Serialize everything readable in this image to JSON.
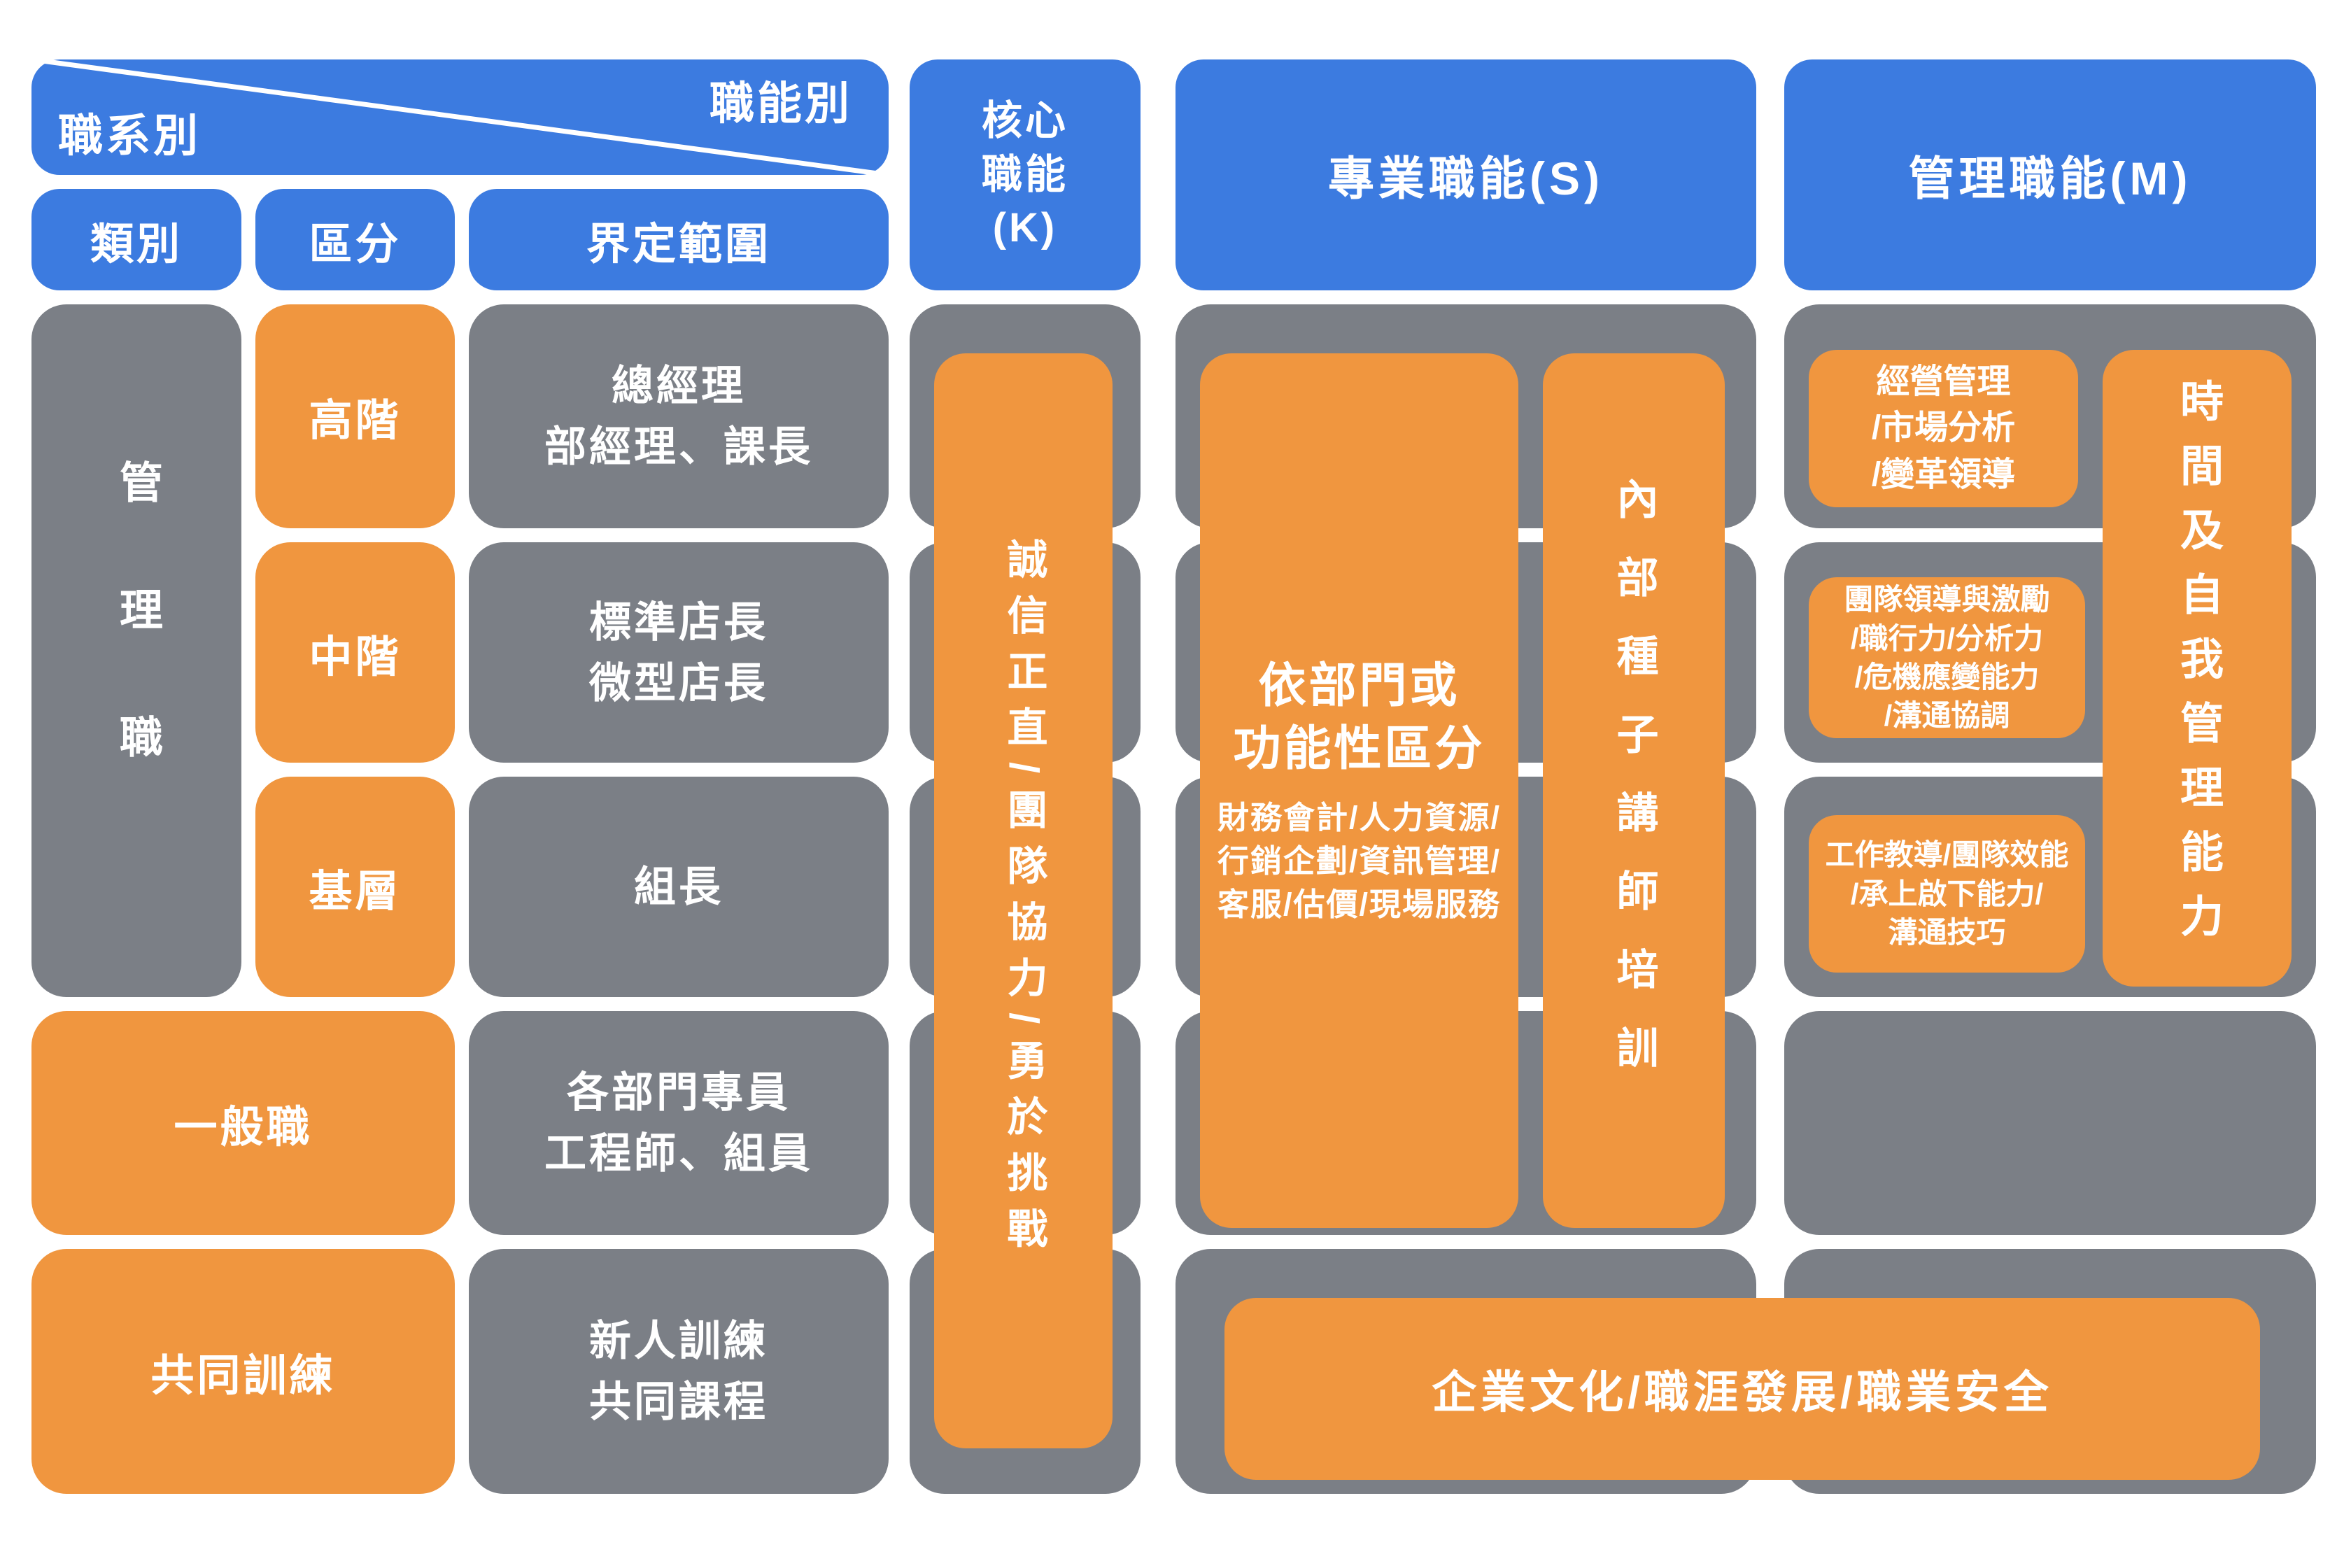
{
  "colors": {
    "blue": "#3C7BE0",
    "orange": "#F0963F",
    "grey": "#7B7F86",
    "text": "#FFFFFF",
    "bg": "#FFFFFF"
  },
  "matrix_header": {
    "row_axis": "職系別",
    "col_axis": "職能別"
  },
  "sub_headers": {
    "category": "類別",
    "division": "區分",
    "scope": "界定範圍"
  },
  "competency_headers": {
    "core": {
      "line1": "核心",
      "line2": "職能",
      "line3": "(K)"
    },
    "professional": "專業職能(S)",
    "management": "管理職能(M)"
  },
  "job_categories": {
    "management_track": "管理職",
    "senior": "高階",
    "middle": "中階",
    "junior": "基層",
    "general": "一般職",
    "common_training": "共同訓練"
  },
  "scopes": {
    "senior": {
      "line1": "總經理",
      "line2": "部經理、課長"
    },
    "middle": {
      "line1": "標準店長",
      "line2": "微型店長"
    },
    "junior": "組長",
    "general": {
      "line1": "各部門專員",
      "line2": "工程師、組員"
    },
    "common": {
      "line1": "新人訓練",
      "line2": "共同課程"
    }
  },
  "core_competency": "誠信正直/團隊協力/勇於挑戰",
  "professional_competencies": {
    "departmental": {
      "title_line1": "依部門或",
      "title_line2": "功能性區分",
      "detail_line1": "財務會計/人力資源/",
      "detail_line2": "行銷企劃/資訊管理/",
      "detail_line3": "客服/估價/現場服務"
    },
    "internal_seed_lecturer": "內部種子講師培訓"
  },
  "management_competencies": {
    "senior": {
      "line1": "經營管理",
      "line2": "/市場分析",
      "line3": "/變革領導"
    },
    "middle": {
      "line1": "團隊領導與激勵",
      "line2": "/職行力/分析力",
      "line3": "/危機應變能力",
      "line4": "/溝通協調"
    },
    "junior": {
      "line1": "工作教導/團隊效能",
      "line2": "/承上啟下能力/",
      "line3": "溝通技巧"
    },
    "time_self_management": "時間及自我管理能力"
  },
  "common_courses": "企業文化/職涯發展/職業安全"
}
